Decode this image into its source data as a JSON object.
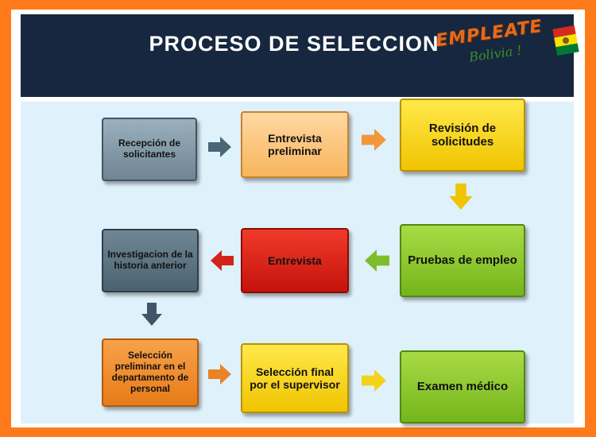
{
  "title": "PROCESO DE SELECCION",
  "logo": {
    "line1": "EMPLEATE",
    "line2": "Bolivia !"
  },
  "steps": {
    "recepcion": "Recepción de solicitantes",
    "entrevista_preliminar": "Entrevista preliminar",
    "revision": "Revisión de solicitudes",
    "pruebas": "Pruebas de empleo",
    "entrevista": "Entrevista",
    "investigacion": "Investigacion de la historia anterior",
    "seleccion_preliminar": "Selección preliminar en el departamento de personal",
    "seleccion_final": "Selección final por el supervisor",
    "examen": "Examen médico"
  },
  "colors": {
    "border": "#ff7a1a",
    "header": "#16273f",
    "panel": "#dff1fb",
    "slate": "#7f95a3",
    "orange_light": "#f9c277",
    "yellow": "#f5d51a",
    "green": "#86c52c",
    "red": "#dd2417",
    "orange": "#ee8b2a"
  }
}
